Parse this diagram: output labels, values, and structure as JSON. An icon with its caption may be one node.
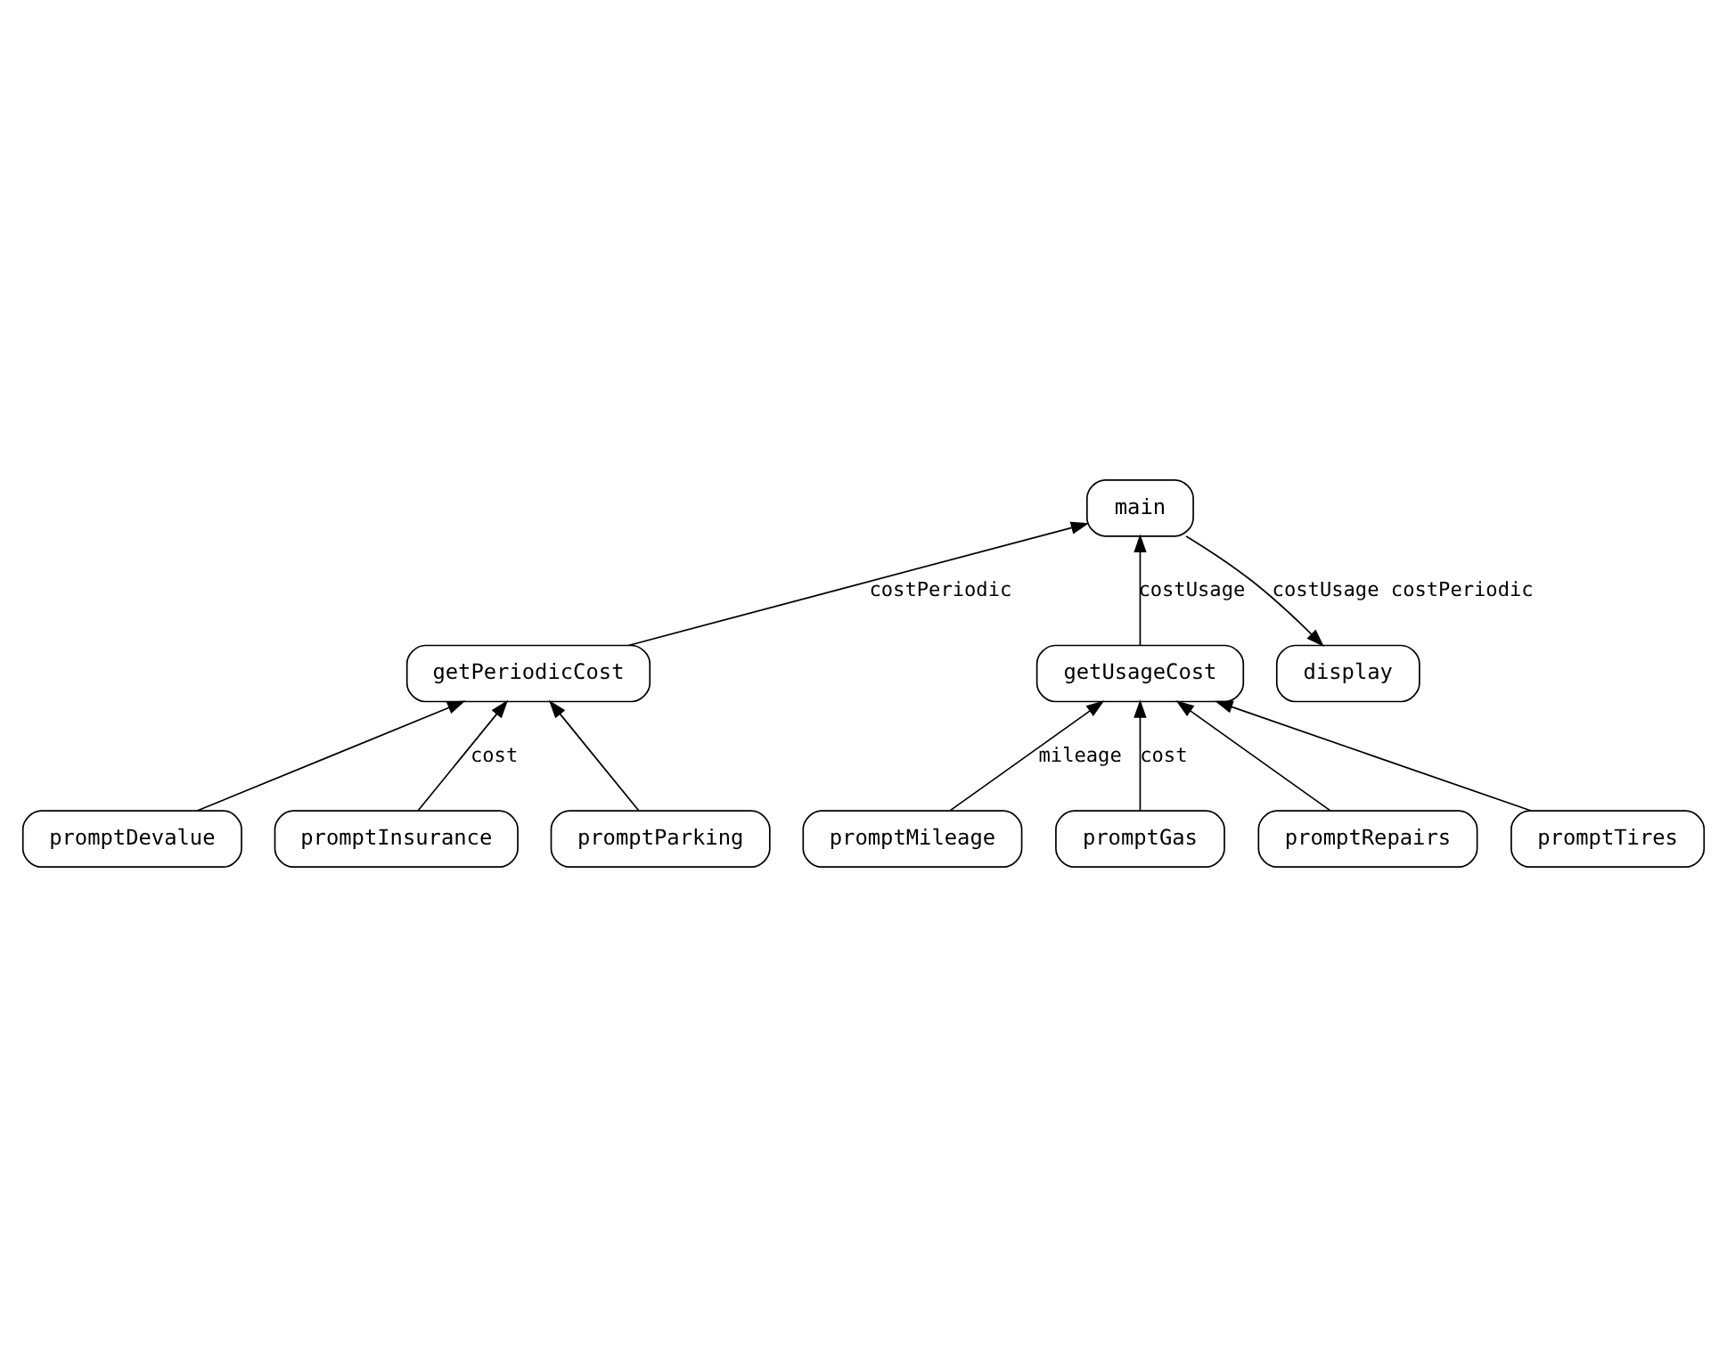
{
  "diagram": {
    "nodes": [
      {
        "text": [
          "main"
        ]
      },
      {
        "text": [
          "getPeriodicCost"
        ]
      },
      {
        "text": [
          "getUsageCost"
        ]
      },
      {
        "text": [
          "display"
        ]
      },
      {
        "text": [
          "promptDevalue"
        ]
      },
      {
        "text": [
          "promptInsurance"
        ]
      },
      {
        "text": [
          "promptParking"
        ]
      },
      {
        "text": [
          "promptMileage"
        ]
      },
      {
        "text": [
          "promptGas"
        ]
      },
      {
        "text": [
          "promptRepairs"
        ]
      },
      {
        "text": [
          "promptTires"
        ]
      }
    ],
    "edges": [
      {
        "from": 1,
        "to": 0,
        "arrow": "to",
        "label": "costPeriodic"
      },
      {
        "from": 2,
        "to": 0,
        "arrow": "to",
        "label": "costUsage"
      },
      {
        "from": 0,
        "to": 3,
        "arrow": "to",
        "label": "costUsage costPeriodic"
      },
      {
        "from": 4,
        "to": 1,
        "arrow": "to"
      },
      {
        "from": 5,
        "to": 1,
        "arrow": "to",
        "label": "cost"
      },
      {
        "from": 6,
        "to": 1,
        "arrow": "to"
      },
      {
        "from": 7,
        "to": 2,
        "arrow": "to",
        "label": "mileage"
      },
      {
        "from": 8,
        "to": 2,
        "arrow": "to",
        "label": "cost"
      },
      {
        "from": 9,
        "to": 2,
        "arrow": "to"
      },
      {
        "from": 10,
        "to": 2,
        "arrow": "to"
      }
    ]
  }
}
